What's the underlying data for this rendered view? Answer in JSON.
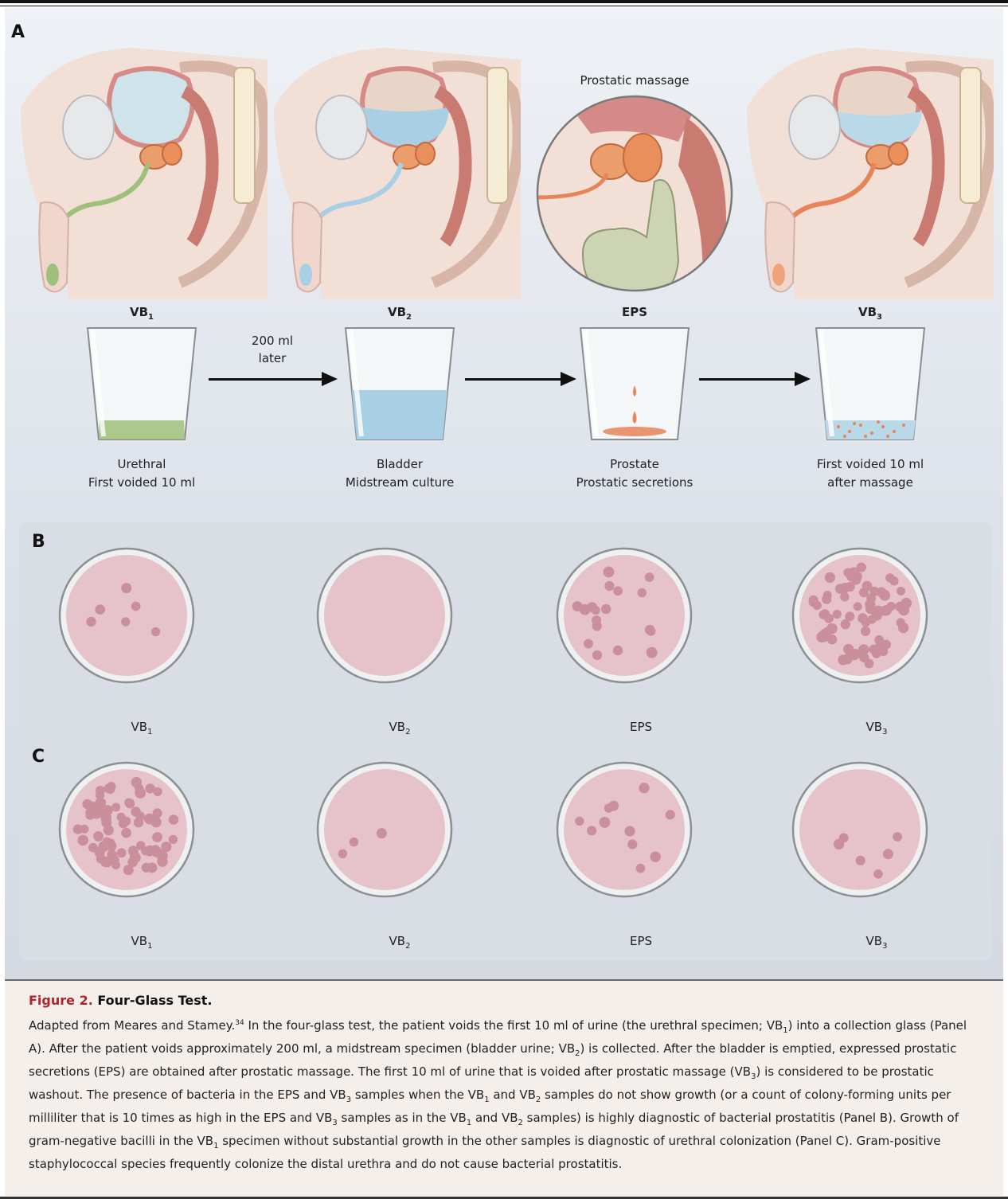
{
  "panels": {
    "a": "A",
    "b": "B",
    "c": "C"
  },
  "massage_title": "Prostatic massage",
  "samples": [
    {
      "code": "VB",
      "sub": "1",
      "line1": "Urethral",
      "line2": "First voided 10 ml"
    },
    {
      "code": "VB",
      "sub": "2",
      "line1": "Bladder",
      "line2": "Midstream culture"
    },
    {
      "code": "EPS",
      "sub": "",
      "line1": "Prostate",
      "line2": "Prostatic secretions"
    },
    {
      "code": "VB",
      "sub": "3",
      "line1": "First voided 10 ml",
      "line2": "after massage"
    }
  ],
  "arrow_note": {
    "line1": "200 ml",
    "line2": "later"
  },
  "colony_counts": {
    "panel_b": [
      6,
      0,
      18,
      70
    ],
    "panel_c": [
      70,
      3,
      11,
      6
    ]
  },
  "colors": {
    "urethral": "#9ec07a",
    "bladder": "#a9cfe4",
    "prostatic": "#e8845a",
    "plate_agar": "#e6c3cb",
    "colony": "#c98f9c",
    "title_red": "#b0242a"
  },
  "caption": {
    "figure_num": "Figure 2.",
    "title": "Four-Glass Test.",
    "s1a": "Adapted from Meares and Stamey.",
    "ref": "34",
    "s1b": " In the four-glass test, the patient voids the first 10 ml of urine (the urethral specimen; VB",
    "s1c": ") into a collection glass (Panel A). After the patient voids approximately 200 ml, a midstream specimen (bladder urine; VB",
    "s1d": ") is collected. After the bladder is emptied, expressed prostatic secretions (EPS) are obtained after prostatic massage. The first 10 ml of urine that is voided after prostatic massage (VB",
    "s1e": ") is considered to be prostatic washout. The presence of bacteria in the EPS and VB",
    "s1f": " samples when the VB",
    "s1g": " and VB",
    "s1h": " samples do not show growth (or a count of colony-forming units per milliliter that is 10 times as high in the EPS and VB",
    "s1i": " samples as in the VB",
    "s1j": " and VB",
    "s1k": " samples) is highly diagnostic of bacterial prostatitis (Panel B). Growth of gram-negative bacilli in the VB",
    "s1l": " specimen without substantial growth in the other samples is diagnostic of urethral colonization (Panel C). Gram-positive staphylococcal species frequently colonize the distal urethra and do not cause bacterial prostatitis.",
    "n1": "1",
    "n2": "2",
    "n3": "3"
  }
}
